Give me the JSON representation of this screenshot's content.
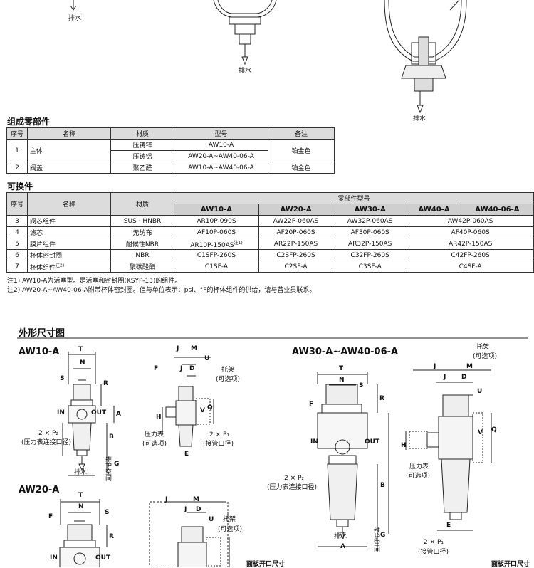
{
  "top_labels": {
    "drain_1": "排水",
    "drain_2": "排水",
    "drain_3": "排水"
  },
  "components": {
    "title": "组成零部件",
    "headers": [
      "序号",
      "名称",
      "材质",
      "型号",
      "备注"
    ],
    "rows": [
      {
        "no": "1",
        "name": "主体",
        "mat_a": "压铸锌",
        "model_a": "AW10-A",
        "mat_b": "压铸铝",
        "model_b": "AW20-A~AW40-06-A",
        "note": "铂金色"
      },
      {
        "no": "2",
        "name": "阀盖",
        "mat": "聚乙醛",
        "model": "AW10-A~AW40-06-A",
        "note": "铂金色"
      }
    ]
  },
  "replacement": {
    "title": "可换件",
    "headers": {
      "no": "序号",
      "name": "名称",
      "material": "材质",
      "part_no": "零部件型号"
    },
    "models": [
      "AW10-A",
      "AW20-A",
      "AW30-A",
      "AW40-A",
      "AW40-06-A"
    ],
    "rows": [
      {
        "no": "3",
        "name": "阀芯组件",
        "mat": "SUS · HNBR",
        "c1": "AR10P-090S",
        "c2": "AW22P-060AS",
        "c3": "AW32P-060AS",
        "c45": "AW42P-060AS"
      },
      {
        "no": "4",
        "name": "滤芯",
        "mat": "无纺布",
        "c1": "AF10P-060S",
        "c2": "AF20P-060S",
        "c3": "AF30P-060S",
        "c45": "AF40P-060S"
      },
      {
        "no": "5",
        "name": "膜片组件",
        "mat": "耐候性NBR",
        "c1": "AR10P-150AS",
        "c1_sup": "注1)",
        "c2": "AR22P-150AS",
        "c3": "AR32P-150AS",
        "c45": "AR42P-150AS"
      },
      {
        "no": "6",
        "name": "杯体密封圈",
        "mat": "NBR",
        "c1": "C1SFP-260S",
        "c2": "C2SFP-260S",
        "c3": "C32FP-260S",
        "c45": "C42FP-260S"
      },
      {
        "no": "7",
        "name": "杯体组件",
        "name_sup": "注2)",
        "mat": "聚碳酸酯",
        "c1": "C1SF-A",
        "c2": "C2SF-A",
        "c3": "C3SF-A",
        "c45": "C4SF-A"
      }
    ],
    "notes": [
      "注1) AW10-A为活塞型。是活塞和密封圈(KSYP-13)的组件。",
      "注2) AW20-A~AW40-06-A附带杯体密封圈。但与单位表示：psi、°F的杯体组件的供给，请与营业员联系。"
    ]
  },
  "dimensions": {
    "title": "外形尺寸图",
    "aw10": {
      "title": "AW10-A",
      "labels": {
        "T": "T",
        "N": "N",
        "S": "S",
        "R": "R",
        "IN": "IN",
        "OUT": "OUT",
        "A": "A",
        "B": "B",
        "G": "G",
        "E": "E",
        "J": "J",
        "M": "M",
        "F": "F",
        "D": "D",
        "U": "U",
        "H": "H",
        "V": "V",
        "Q": "Q"
      },
      "port2": "2 × P₂",
      "port2_desc": "(压力表连接口径)",
      "drain": "排水",
      "maint": "维护空间",
      "bracket": "托架",
      "bracket_opt": "(可选项)",
      "gauge": "压力表",
      "gauge_opt": "(可选项)",
      "port1": "2 × P₁",
      "port1_desc": "(接管口径)"
    },
    "aw20": {
      "title": "AW20-A",
      "labels": {
        "T": "T",
        "N": "N",
        "S": "S",
        "F": "F",
        "R": "R",
        "IN": "IN",
        "OUT": "OUT",
        "J": "J",
        "M": "M",
        "D": "D",
        "U": "U"
      },
      "bracket": "托架",
      "bracket_opt": "(可选项)"
    },
    "aw30": {
      "title": "AW30-A~AW40-06-A",
      "labels": {
        "T": "T",
        "N": "N",
        "S": "S",
        "F": "F",
        "R": "R",
        "IN": "IN",
        "OUT": "OUT",
        "B": "B",
        "G": "G",
        "A": "A",
        "J": "J",
        "M": "M",
        "D": "D",
        "U": "U",
        "H": "H",
        "V": "V",
        "Q": "Q",
        "E": "E"
      },
      "port2": "2 × P₂",
      "port2_desc": "(压力表连接口径)",
      "drain": "排水",
      "maint": "维护空间",
      "bracket": "托架",
      "bracket_opt": "(可选项)",
      "gauge": "压力表",
      "gauge_opt": "(可选项)",
      "port1": "2 × P₁",
      "port1_desc": "(接管口径)"
    },
    "bottom_1": "面板开口尺寸",
    "bottom_2": "面板开口尺寸"
  }
}
